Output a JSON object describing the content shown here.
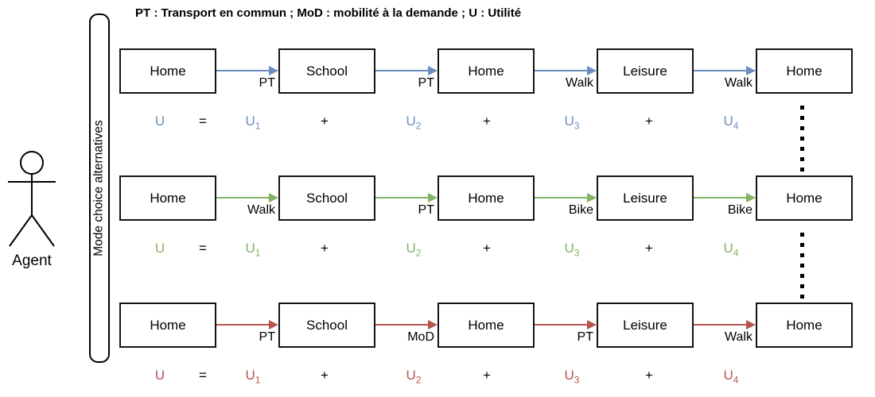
{
  "legend": "PT : Transport en commun ; MoD : mobilité à la demande ; U : Utilité",
  "agent": {
    "label": "Agent"
  },
  "mode_bar": {
    "label": "Mode choice alternatives"
  },
  "colors": {
    "alt1_blue": "#6c8ebf",
    "alt2_green": "#82b366",
    "alt3_red": "#b85450",
    "line_black": "#000000"
  },
  "rows": [
    {
      "color": "#6c8ebf",
      "boxes": [
        "Home",
        "School",
        "Home",
        "Leisure",
        "Home"
      ],
      "modes": [
        "PT",
        "PT",
        "Walk",
        "Walk"
      ],
      "equation": {
        "lhs": "U",
        "equals": "=",
        "plus": "+",
        "terms": [
          {
            "base": "U",
            "sub": "1"
          },
          {
            "base": "U",
            "sub": "2"
          },
          {
            "base": "U",
            "sub": "3"
          },
          {
            "base": "U",
            "sub": "4"
          }
        ]
      }
    },
    {
      "color": "#82b366",
      "boxes": [
        "Home",
        "School",
        "Home",
        "Leisure",
        "Home"
      ],
      "modes": [
        "Walk",
        "PT",
        "Bike",
        "Bike"
      ],
      "equation": {
        "lhs": "U",
        "equals": "=",
        "plus": "+",
        "terms": [
          {
            "base": "U",
            "sub": "1"
          },
          {
            "base": "U",
            "sub": "2"
          },
          {
            "base": "U",
            "sub": "3"
          },
          {
            "base": "U",
            "sub": "4"
          }
        ]
      }
    },
    {
      "color": "#b85450",
      "boxes": [
        "Home",
        "School",
        "Home",
        "Leisure",
        "Home"
      ],
      "modes": [
        "PT",
        "MoD",
        "PT",
        "Walk"
      ],
      "equation": {
        "lhs": "U",
        "equals": "=",
        "plus": "+",
        "terms": [
          {
            "base": "U",
            "sub": "1"
          },
          {
            "base": "U",
            "sub": "2"
          },
          {
            "base": "U",
            "sub": "3"
          },
          {
            "base": "U",
            "sub": "4"
          }
        ]
      }
    }
  ]
}
